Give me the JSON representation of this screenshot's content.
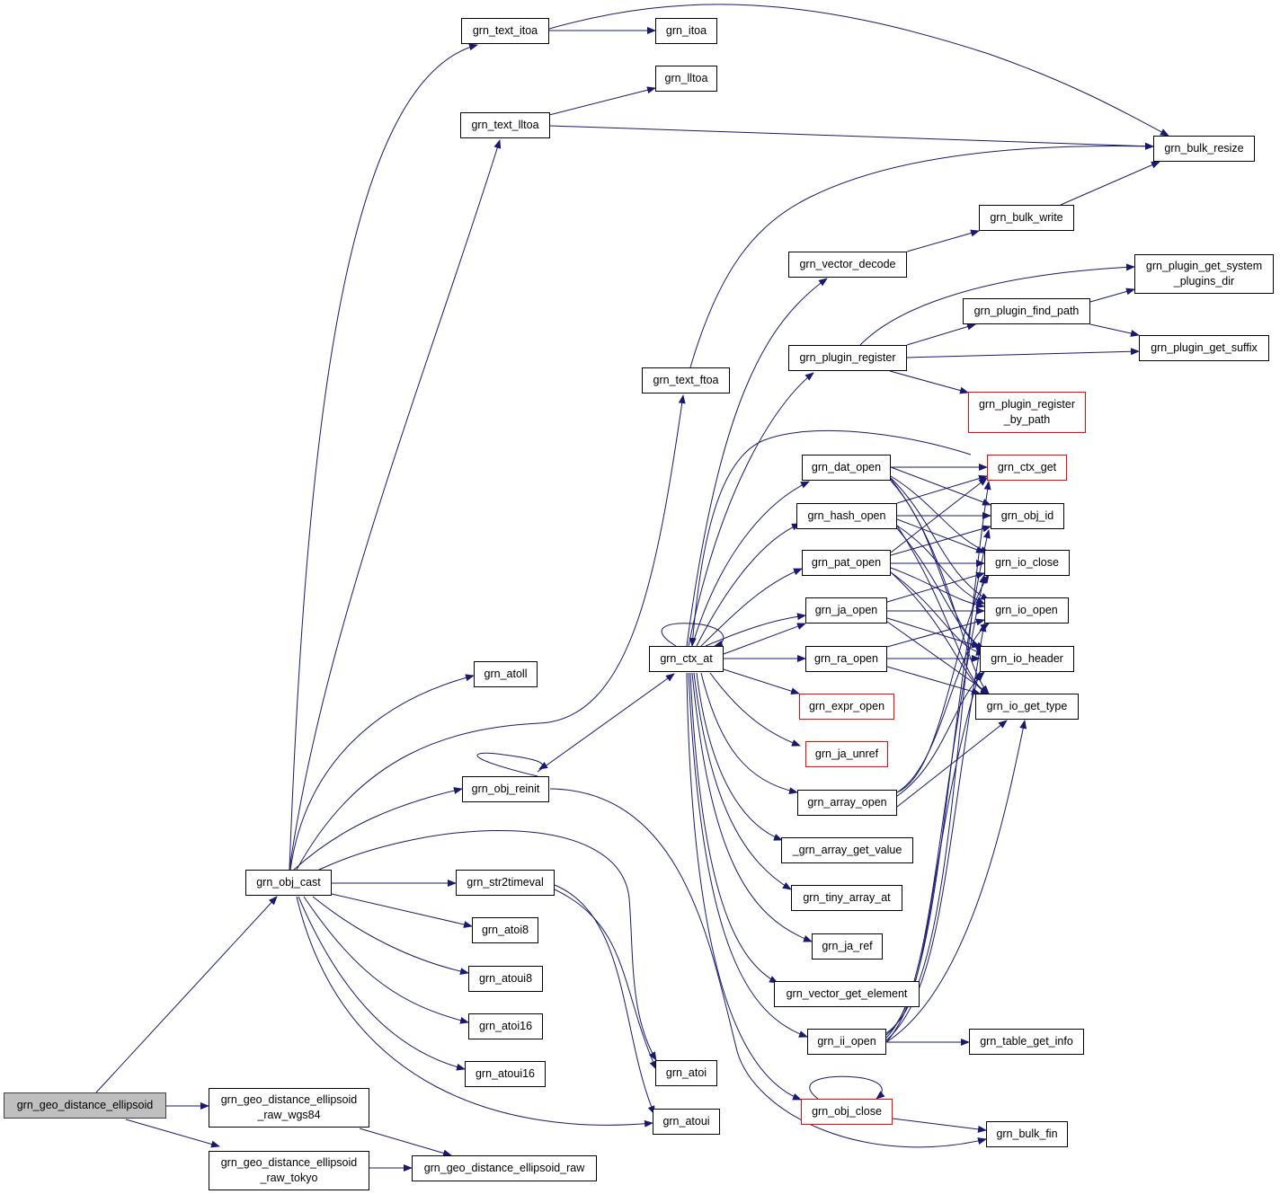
{
  "colors": {
    "edge": "#191970",
    "node_border": "#000000",
    "truncated_border": "#ff0000",
    "root_fill": "#bfbfbf"
  },
  "nodes": {
    "root": {
      "label": "grn_geo_distance_ellipsoid"
    },
    "obj_cast": {
      "label": "grn_obj_cast"
    },
    "wgs84": {
      "label": "grn_geo_distance_ellipsoid\n_raw_wgs84"
    },
    "tokyo": {
      "label": "grn_geo_distance_ellipsoid\n_raw_tokyo"
    },
    "ellipsoid_raw": {
      "label": "grn_geo_distance_ellipsoid_raw"
    },
    "text_itoa": {
      "label": "grn_text_itoa"
    },
    "itoa": {
      "label": "grn_itoa"
    },
    "lltoa": {
      "label": "grn_lltoa"
    },
    "text_lltoa": {
      "label": "grn_text_lltoa"
    },
    "bulk_resize": {
      "label": "grn_bulk_resize"
    },
    "bulk_write": {
      "label": "grn_bulk_write"
    },
    "vector_decode": {
      "label": "grn_vector_decode"
    },
    "plugin_get_system_plugins_dir": {
      "label": "grn_plugin_get_system\n_plugins_dir"
    },
    "plugin_find_path": {
      "label": "grn_plugin_find_path"
    },
    "plugin_get_suffix": {
      "label": "grn_plugin_get_suffix"
    },
    "plugin_register": {
      "label": "grn_plugin_register"
    },
    "plugin_register_by_path": {
      "label": "grn_plugin_register\n_by_path"
    },
    "text_ftoa": {
      "label": "grn_text_ftoa"
    },
    "ctx_get": {
      "label": "grn_ctx_get"
    },
    "dat_open": {
      "label": "grn_dat_open"
    },
    "obj_id": {
      "label": "grn_obj_id"
    },
    "hash_open": {
      "label": "grn_hash_open"
    },
    "io_close": {
      "label": "grn_io_close"
    },
    "pat_open": {
      "label": "grn_pat_open"
    },
    "io_open": {
      "label": "grn_io_open"
    },
    "ja_open": {
      "label": "grn_ja_open"
    },
    "io_header": {
      "label": "grn_io_header"
    },
    "ctx_at": {
      "label": "grn_ctx_at"
    },
    "ra_open": {
      "label": "grn_ra_open"
    },
    "io_get_type": {
      "label": "grn_io_get_type"
    },
    "atoll": {
      "label": "grn_atoll"
    },
    "expr_open": {
      "label": "grn_expr_open"
    },
    "ja_unref": {
      "label": "grn_ja_unref"
    },
    "obj_reinit": {
      "label": "grn_obj_reinit"
    },
    "array_open": {
      "label": "grn_array_open"
    },
    "array_get_value": {
      "label": "_grn_array_get_value"
    },
    "str2timeval": {
      "label": "grn_str2timeval"
    },
    "tiny_array_at": {
      "label": "grn_tiny_array_at"
    },
    "atoi8": {
      "label": "grn_atoi8"
    },
    "ja_ref": {
      "label": "grn_ja_ref"
    },
    "atoui8": {
      "label": "grn_atoui8"
    },
    "vector_get_element": {
      "label": "grn_vector_get_element"
    },
    "atoi16": {
      "label": "grn_atoi16"
    },
    "ii_open": {
      "label": "grn_ii_open"
    },
    "table_get_info": {
      "label": "grn_table_get_info"
    },
    "atoui16": {
      "label": "grn_atoui16"
    },
    "atoi": {
      "label": "grn_atoi"
    },
    "obj_close": {
      "label": "grn_obj_close"
    },
    "atoui": {
      "label": "grn_atoui"
    },
    "bulk_fin": {
      "label": "grn_bulk_fin"
    }
  }
}
